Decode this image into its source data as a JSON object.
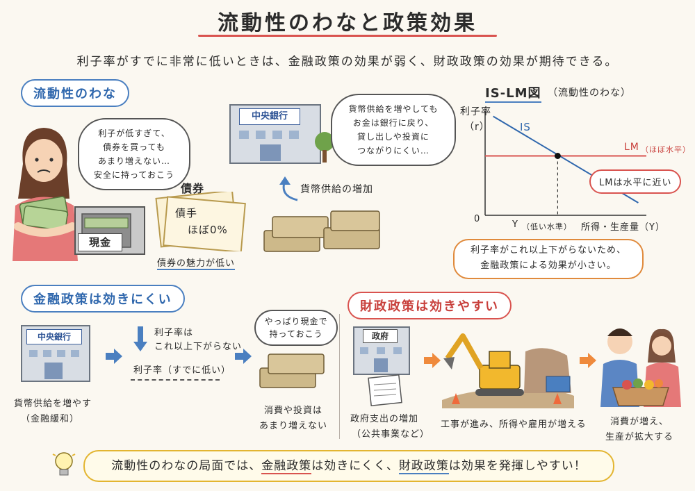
{
  "title": "流動性のわなと政策効果",
  "subtitle": "利子率がすでに非常に低いときは、金融政策の効果が弱く、財政政策の効果が期待できる。",
  "trap": {
    "heading": "流動性のわな",
    "thought": [
      "利子が低すぎて、",
      "債券を買っても",
      "あまり増えない…",
      "安全に持っておこう"
    ],
    "cash_label": "現金",
    "bond_title": "債券",
    "bond_card_1": "債手",
    "bond_card_2": "ほぼ0%",
    "bond_caption": "債券の魅力が低い",
    "bank_sign": "中央銀行",
    "bank_thought": [
      "貨幣供給を増やしても",
      "お金は銀行に戻り、",
      "貸し出しや投資に",
      "つながりにくい…"
    ],
    "money_supply_label": "貨幣供給の増加"
  },
  "chart": {
    "heading": "IS-LM図",
    "heading_note": "（流動性のわな）",
    "ylabel_1": "利子率",
    "ylabel_2": "（r）",
    "origin": "0",
    "is_label": "IS",
    "lm_label": "LM",
    "lm_note": "（ほぼ水平）",
    "x_equilibrium": "Y",
    "x_equilibrium_note": "（低い水準）",
    "xlabel": "所得・生産量（Y）",
    "lm_bubble": "LMは水平に近い",
    "note": [
      "利子率がこれ以上下がらないため、",
      "金融政策による効果が小さい。"
    ]
  },
  "chart_data": {
    "type": "line",
    "title": "IS-LM図",
    "xlabel": "所得・生産量（Y）",
    "ylabel": "利子率（r）",
    "series": [
      {
        "name": "IS",
        "x": [
          0.05,
          0.95
        ],
        "y": [
          0.95,
          0.12
        ]
      },
      {
        "name": "LM",
        "x": [
          0.0,
          1.0
        ],
        "y": [
          0.57,
          0.57
        ]
      }
    ],
    "equilibrium": {
      "x": 0.45,
      "y": 0.57
    },
    "xlim": [
      0,
      1
    ],
    "ylim": [
      0,
      1
    ],
    "grid": false
  },
  "monetary": {
    "heading": "金融政策は効きにくい",
    "bank_sign": "中央銀行",
    "cap_1": "貨幣供給を増やす",
    "cap_2": "（金融緩和）",
    "rate_text_1": "利子率は",
    "rate_text_2": "これ以上下がらない",
    "rate_floor": "利子率（すでに低い）",
    "cash_thought": [
      "やっぱり現金で",
      "持っておこう"
    ],
    "result_1": "消費や投資は",
    "result_2": "あまり増えない"
  },
  "fiscal": {
    "heading": "財政政策は効きやすい",
    "gov_sign": "政府",
    "cap_1": "政府支出の増加",
    "cap_2": "（公共事業など）",
    "construction": "工事が進み、所得や雇用が増える",
    "result_1": "消費が増え、",
    "result_2": "生産が拡大する"
  },
  "bottom": {
    "part_1": "流動性のわなの局面では、",
    "monetary": "金融政策",
    "part_2": "は効きにくく、",
    "fiscal": "財政政策",
    "part_3": "は効果を発揮しやすい！"
  },
  "colors": {
    "accent_red": "#d9534f",
    "accent_blue": "#4a7fc0",
    "is_line": "#2f67ad",
    "lm_line": "#d9534f",
    "note_border": "#e08a3c",
    "bottom_border": "#e3b531"
  }
}
